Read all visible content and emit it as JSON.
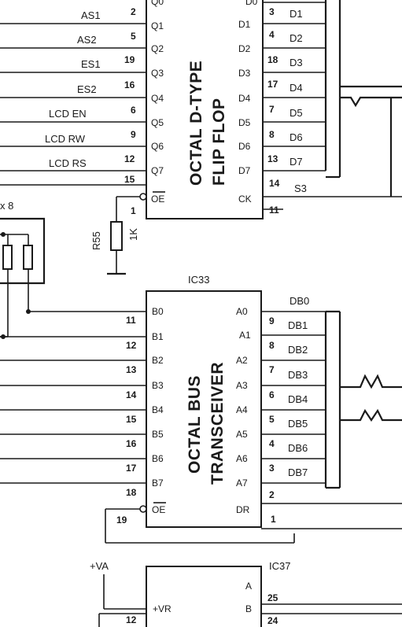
{
  "ic_top": {
    "title_line1": "OCTAL D-TYPE",
    "title_line2": "FLIP FLOP",
    "left_pins": [
      "Q1",
      "Q2",
      "Q3",
      "Q4",
      "Q5",
      "Q6",
      "Q7"
    ],
    "left_oe": "OE",
    "right_pins": [
      "D1",
      "D2",
      "D3",
      "D4",
      "D5",
      "D6",
      "D7"
    ],
    "right_ck": "CK",
    "top_cut_left": "Q0",
    "top_cut_right": "D0",
    "input_nets": [
      "AS1",
      "AS2",
      "ES1",
      "ES2",
      "LCD EN",
      "LCD RW",
      "LCD RS"
    ],
    "input_pin_numbers": [
      "2",
      "5",
      "19",
      "16",
      "6",
      "9",
      "12",
      "15"
    ],
    "oe_pin_number": "1",
    "output_pin_numbers": [
      "3",
      "4",
      "18",
      "17",
      "7",
      "8",
      "13",
      "14",
      "11"
    ],
    "output_nets": [
      "D1",
      "D2",
      "D3",
      "D4",
      "D5",
      "D6",
      "D7",
      "S3"
    ]
  },
  "resistor_r55": {
    "ref": "R55",
    "value": "1K"
  },
  "left_fragment": {
    "label": "x 8"
  },
  "ic33": {
    "ref": "IC33",
    "title_line1": "OCTAL BUS",
    "title_line2": "TRANSCEIVER",
    "left_pins": [
      "B0",
      "B1",
      "B2",
      "B3",
      "B4",
      "B5",
      "B6",
      "B7"
    ],
    "left_oe": "OE",
    "right_pins": [
      "A0",
      "A1",
      "A2",
      "A3",
      "A4",
      "A5",
      "A6",
      "A7"
    ],
    "right_dr": "DR",
    "left_pin_numbers": [
      "11",
      "12",
      "13",
      "14",
      "15",
      "16",
      "17",
      "18"
    ],
    "oe_pin_number": "19",
    "right_pin_numbers": [
      "9",
      "8",
      "7",
      "6",
      "5",
      "4",
      "3",
      "2",
      "1"
    ],
    "bus_nets": [
      "DB0",
      "DB1",
      "DB2",
      "DB3",
      "DB4",
      "DB5",
      "DB6",
      "DB7"
    ]
  },
  "ic37": {
    "ref": "IC37",
    "supply": "+VA",
    "vr_pin": "+VR",
    "vr_pin_number": "12",
    "pin_a": "A",
    "pin_b": "B",
    "pin_a_number": "25",
    "pin_b_number": "24"
  }
}
